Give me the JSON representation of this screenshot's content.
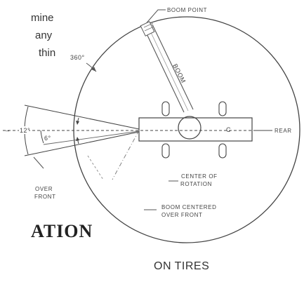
{
  "paragraph_fragments": [
    "mine",
    "any",
    "thin"
  ],
  "labels": {
    "boom_point": "BOOM POINT",
    "degrees_360": "360°",
    "boom": "BOOM",
    "rear": "REAR",
    "angle_12": "12°",
    "angle_6": "6°",
    "over_front_1": "OVER",
    "over_front_2": "FRONT",
    "center_rotation_1": "CENTER OF",
    "center_rotation_2": "ROTATION",
    "boom_centered_1": "BOOM CENTERED",
    "boom_centered_2": "OVER FRONT"
  },
  "title_fragment": "ATION",
  "footer": "ON TIRES"
}
